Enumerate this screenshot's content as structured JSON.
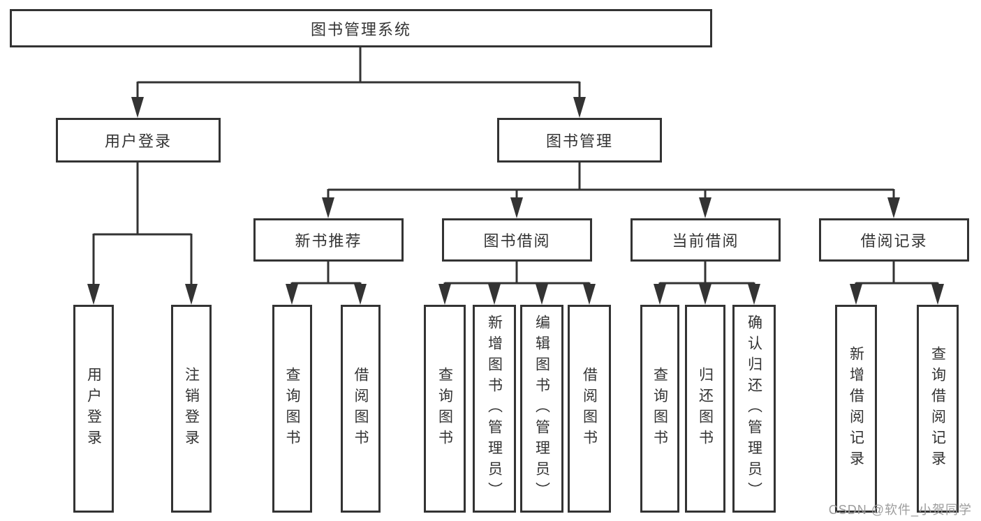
{
  "diagram": {
    "title": "图书管理系统",
    "level2": {
      "user_login": "用户登录",
      "book_mgmt": "图书管理"
    },
    "level3": {
      "new_books": "新书推荐",
      "book_borrow": "图书借阅",
      "current_borrow": "当前借阅",
      "borrow_records": "借阅记录"
    },
    "leaves": {
      "login": [
        "用户登录",
        "注销登录"
      ],
      "new_books": [
        "查询图书",
        "借阅图书"
      ],
      "book_borrow": [
        "查询图书",
        "新增图书（管理员）",
        "编辑图书（管理员）",
        "借阅图书"
      ],
      "current_borrow": [
        "查询图书",
        "归还图书",
        "确认归还（管理员）"
      ],
      "borrow_records": [
        "新增借阅记录",
        "查询借阅记录"
      ]
    }
  },
  "watermark": {
    "text": "CSDN @软件_小贺同学"
  },
  "colors": {
    "line": "#333333",
    "text": "#333333",
    "background": "#ffffff",
    "watermark": "#9c9c9c"
  }
}
